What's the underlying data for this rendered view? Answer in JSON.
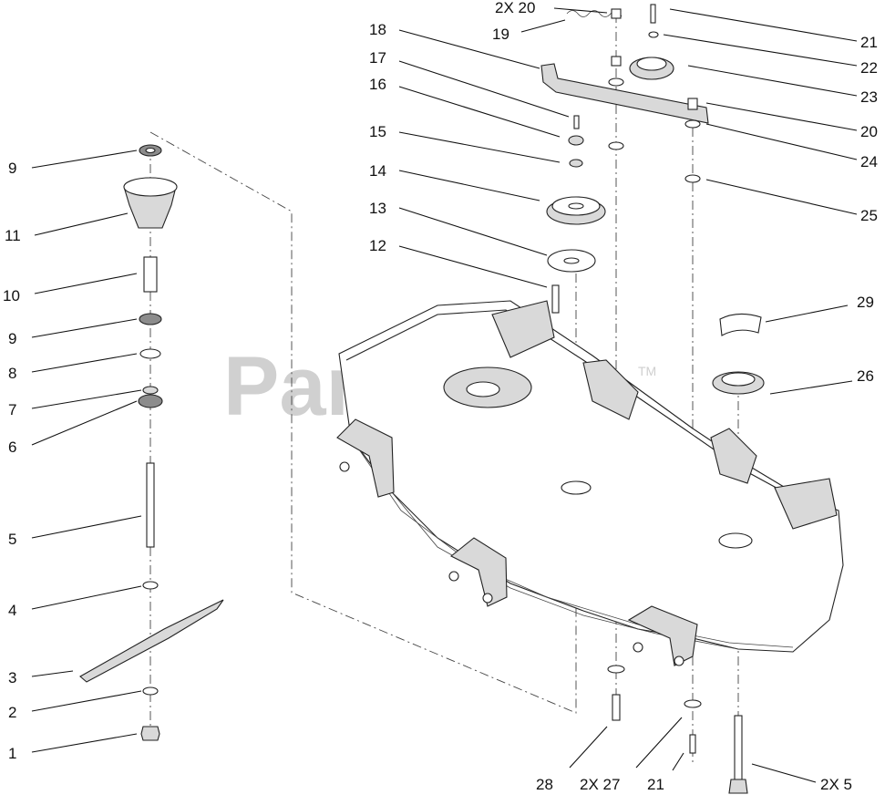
{
  "watermark": {
    "text": "PartsTree",
    "trademark": "TM"
  },
  "callouts": {
    "c1": "1",
    "c2": "2",
    "c3": "3",
    "c4": "4",
    "c5": "5",
    "c6": "6",
    "c7": "7",
    "c8": "8",
    "c9a": "9",
    "c9b": "9",
    "c10": "10",
    "c11": "11",
    "c12": "12",
    "c13": "13",
    "c14": "14",
    "c15": "15",
    "c16": "16",
    "c17": "17",
    "c18": "18",
    "c19": "19",
    "c20a": "2X 20",
    "c20b": "20",
    "c21a": "21",
    "c21b": "21",
    "c22": "22",
    "c23": "23",
    "c24": "24",
    "c25": "25",
    "c26": "26",
    "c27": "2X 27",
    "c28": "28",
    "c29": "29",
    "c5b": "2X 5"
  }
}
